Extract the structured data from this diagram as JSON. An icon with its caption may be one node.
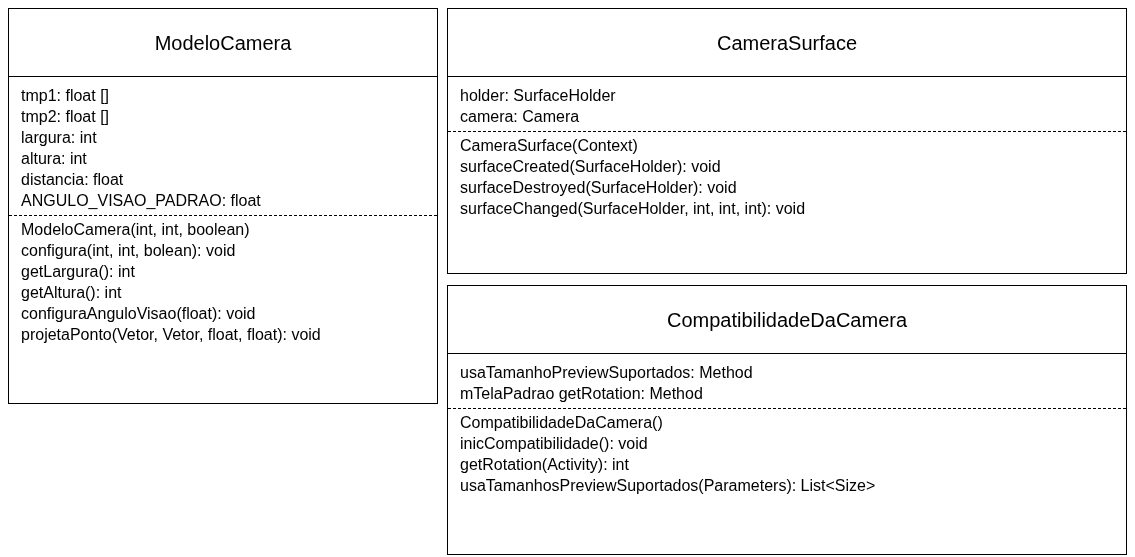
{
  "diagram": {
    "nodes": [
      {
        "text": [
          "ModeloCamera"
        ]
      },
      {
        "text": [
          "tmp1: float []",
          "tmp2: float []",
          "largura: int",
          "altura: int",
          "distancia: float",
          "ANGULO_VISAO_PADRAO: float"
        ],
        "in": 0
      },
      {
        "text": [
          "ModeloCamera(int, int, boolean)",
          "configura(int, int, bolean): void",
          "getLargura(): int",
          "getAltura(): int",
          "configuraAnguloVisao(float): void",
          "projetaPonto(Vetor, Vetor, float, float): void"
        ],
        "in": 0
      },
      {
        "text": [
          "CameraSurface"
        ]
      },
      {
        "text": [
          "holder: SurfaceHolder",
          "camera: Camera"
        ],
        "in": 3
      },
      {
        "text": [
          "CameraSurface(Context)",
          "surfaceCreated(SurfaceHolder): void",
          "surfaceDestroyed(SurfaceHolder): void",
          "surfaceChanged(SurfaceHolder, int, int, int): void"
        ],
        "in": 3
      },
      {
        "text": [
          "CompatibilidadeDaCamera"
        ]
      },
      {
        "text": [
          "usaTamanhoPreviewSuportados: Method",
          "mTelaPadrao getRotation: Method"
        ],
        "in": 6
      },
      {
        "text": [
          "CompatibilidadeDaCamera()",
          "inicCompatibilidade(): void",
          "getRotation(Activity): int",
          "usaTamanhosPreviewSuportados(Parameters): List<Size>"
        ],
        "in": 6
      }
    ]
  }
}
